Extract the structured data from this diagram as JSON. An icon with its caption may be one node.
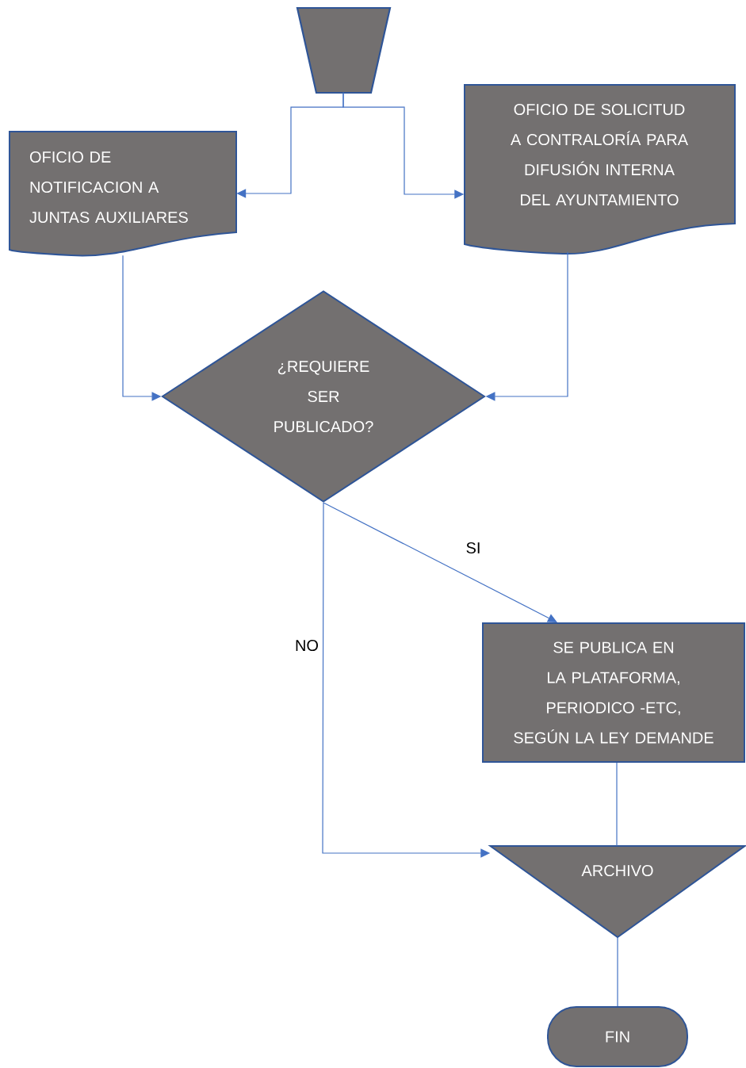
{
  "diagram": {
    "nodes": [
      {
        "text": [],
        "shape": "trapezoid"
      },
      {
        "text": [
          "OFICIO DE NOTIFICACION A JUNTAS AUXILIARES"
        ]
      },
      {
        "text": [
          "OFICIO DE SOLICITUD A CONTRALORÍA PARA DIFUSIÓN INTERNA DEL AYUNTAMIENTO"
        ]
      },
      {
        "text": [
          "¿REQUIERE SER PUBLICADO?"
        ]
      },
      {
        "text": [
          "SE PUBLICA EN LA PLATAFORMA, PERIODICO -ETC, SEGÚN LA LEY DEMANDE"
        ]
      },
      {
        "text": [
          "ARCHIVO"
        ]
      },
      {
        "text": [
          "FIN"
        ]
      }
    ],
    "edges": [
      {
        "from": 0,
        "to": 1,
        "arrow": "to"
      },
      {
        "from": 0,
        "to": 2,
        "arrow": "to"
      },
      {
        "from": 1,
        "to": 3,
        "arrow": "to"
      },
      {
        "from": 2,
        "to": 3,
        "arrow": "to"
      },
      {
        "from": 3,
        "to": 4,
        "arrow": "to",
        "label": "SI"
      },
      {
        "from": 3,
        "to": 5,
        "arrow": "to",
        "label": "NO"
      },
      {
        "from": 4,
        "to": 5,
        "arrow": "none"
      },
      {
        "from": 5,
        "to": 6,
        "arrow": "none"
      }
    ]
  }
}
